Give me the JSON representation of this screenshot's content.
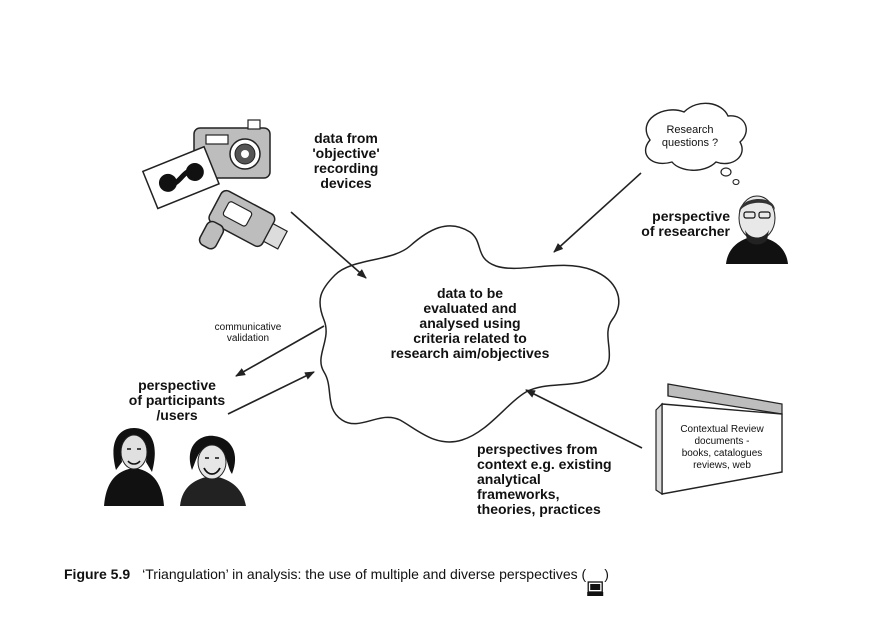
{
  "center_text": [
    "data to be",
    "evaluated and",
    "analysed using",
    "criteria related to",
    "research aim/objectives"
  ],
  "devices_text": [
    "data from",
    "'objective'",
    "recording",
    "devices"
  ],
  "thought_bubble_text": [
    "Research",
    "questions ?"
  ],
  "researcher_text": [
    "perspective",
    "of researcher"
  ],
  "validation_text": [
    "communicative",
    "validation"
  ],
  "participants_text": [
    "perspective",
    "of participants",
    "/users"
  ],
  "context_text": [
    "perspectives from",
    "context e.g. existing",
    "analytical",
    "frameworks,",
    "theories, practices"
  ],
  "documents_text": [
    "Contextual Review",
    "documents -",
    "books, catalogues",
    "reviews, web"
  ],
  "caption": {
    "figure_number": "Figure 5.9",
    "text": "‘Triangulation’ in analysis: the use of multiple and diverse perspectives (",
    "icon": "laptop-icon",
    "close": ")"
  }
}
